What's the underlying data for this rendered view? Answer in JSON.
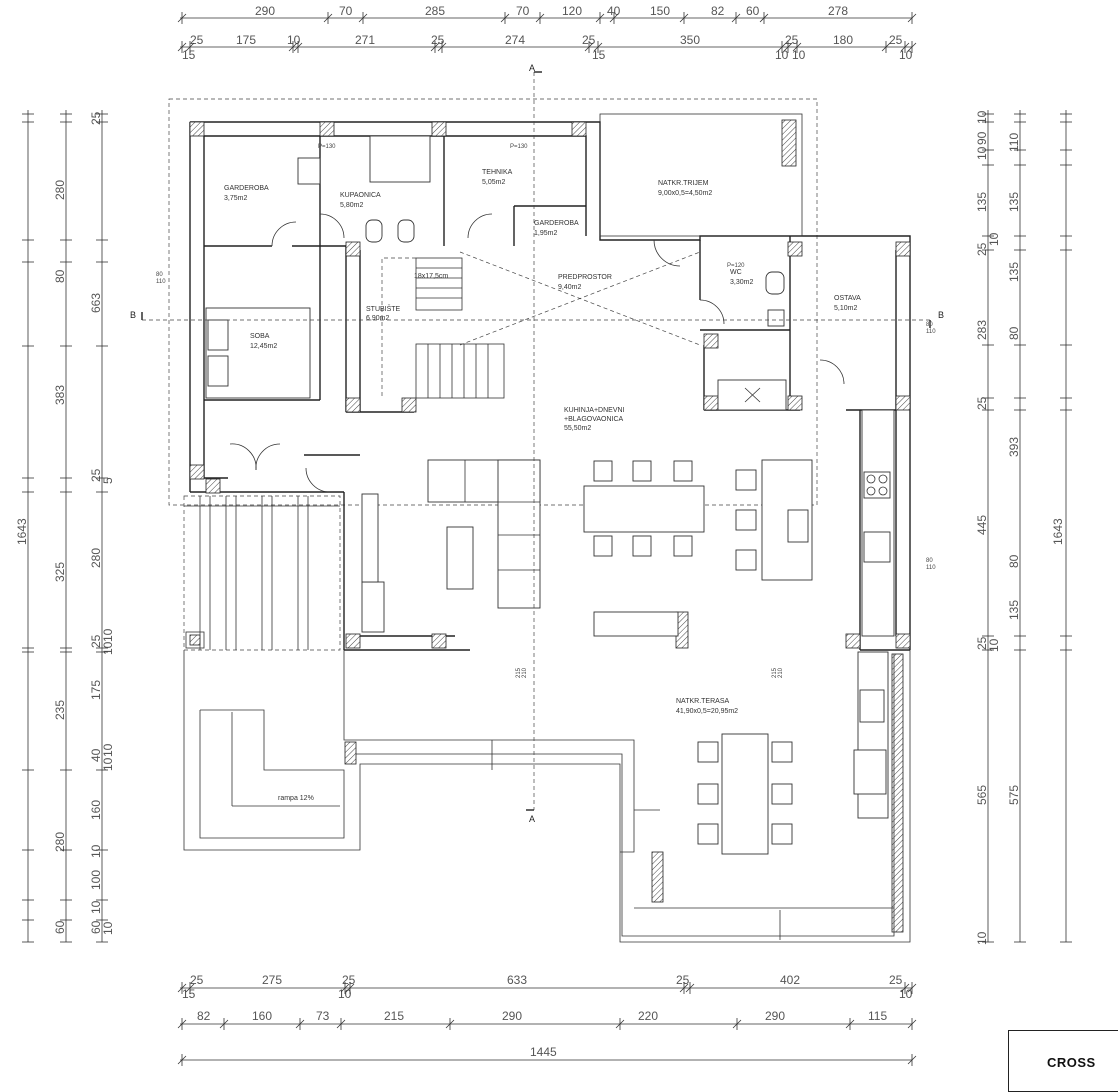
{
  "top_dims_row1": [
    "290",
    "70",
    "285",
    "70",
    "120",
    "40",
    "150",
    "82",
    "60",
    "278"
  ],
  "top_dims_row2": [
    "25",
    "15",
    "175",
    "10",
    "271",
    "25",
    "274",
    "25",
    "15",
    "350",
    "25",
    "10",
    "10",
    "180",
    "25",
    "10"
  ],
  "left_dims_outer": [
    "1643"
  ],
  "left_dims_col2": [
    "280",
    "80",
    "383",
    "325",
    "235",
    "280",
    "60"
  ],
  "left_dims_col3": [
    "25",
    "663",
    "25",
    "5",
    "280",
    "25",
    "10",
    "10",
    "175",
    "40",
    "10",
    "10",
    "160",
    "10",
    "100",
    "10",
    "60",
    "10"
  ],
  "right_dims_col1": [
    "10",
    "90",
    "10",
    "135",
    "25",
    "10",
    "283",
    "25",
    "445",
    "25",
    "10",
    "565",
    "10"
  ],
  "right_dims_col2": [
    "110",
    "135",
    "135",
    "80",
    "393",
    "80",
    "135",
    "575"
  ],
  "right_dims_outer": [
    "1643"
  ],
  "bottom_dims_row1": [
    "25",
    "15",
    "275",
    "25",
    "10",
    "633",
    "25",
    "402",
    "25",
    "10"
  ],
  "bottom_dims_row2": [
    "82",
    "160",
    "73",
    "215",
    "290",
    "220",
    "290",
    "115"
  ],
  "bottom_total": "1445",
  "section_marks": {
    "a_top": "A",
    "a_bottom": "A",
    "b_left": "B",
    "b_right": "B"
  },
  "rooms": {
    "garderoba1": {
      "name": "GARDEROBA",
      "area": "3,75m2"
    },
    "kupaonica": {
      "name": "KUPAONICA",
      "area": "5,80m2"
    },
    "tehnika": {
      "name": "TEHNIKA",
      "area": "5,05m2"
    },
    "natkr_trijem": {
      "name": "NATKR.TRIJEM",
      "area": "9,00x0,5=4,50m2"
    },
    "garderoba2": {
      "name": "GARDEROBA",
      "area": "1,95m2"
    },
    "predprostor": {
      "name": "PREDPROSTOR",
      "area": "9,40m2"
    },
    "wc": {
      "name": "WC",
      "area": "3,30m2"
    },
    "ostava": {
      "name": "OSTAVA",
      "area": "5,10m2"
    },
    "soba": {
      "name": "SOBA",
      "area": "12,45m2"
    },
    "stubiste": {
      "name": "STUBIŠTE",
      "area": "6,90m2"
    },
    "stair_note": "18x17,5cm",
    "kuhinja_line1": "KUHINJA+DNEVNI",
    "kuhinja_line2": "+BLAGOVAONICA",
    "kuhinja_area": "55,50m2",
    "natkr_terasa": {
      "name": "NATKR.TERASA",
      "area": "41,90x0,5=20,95m2"
    },
    "rampa": "rampa 12%"
  },
  "p_labels": {
    "p1": "P=130",
    "p2": "P=130",
    "p3": "P=120"
  },
  "window_labels": [
    "80",
    "110",
    "80",
    "110",
    "80",
    "110",
    "215",
    "210",
    "215",
    "210"
  ],
  "badge": {
    "label": "CROSS"
  },
  "colors": {
    "line": "#222222",
    "dim": "#555555",
    "background": "#ffffff"
  }
}
